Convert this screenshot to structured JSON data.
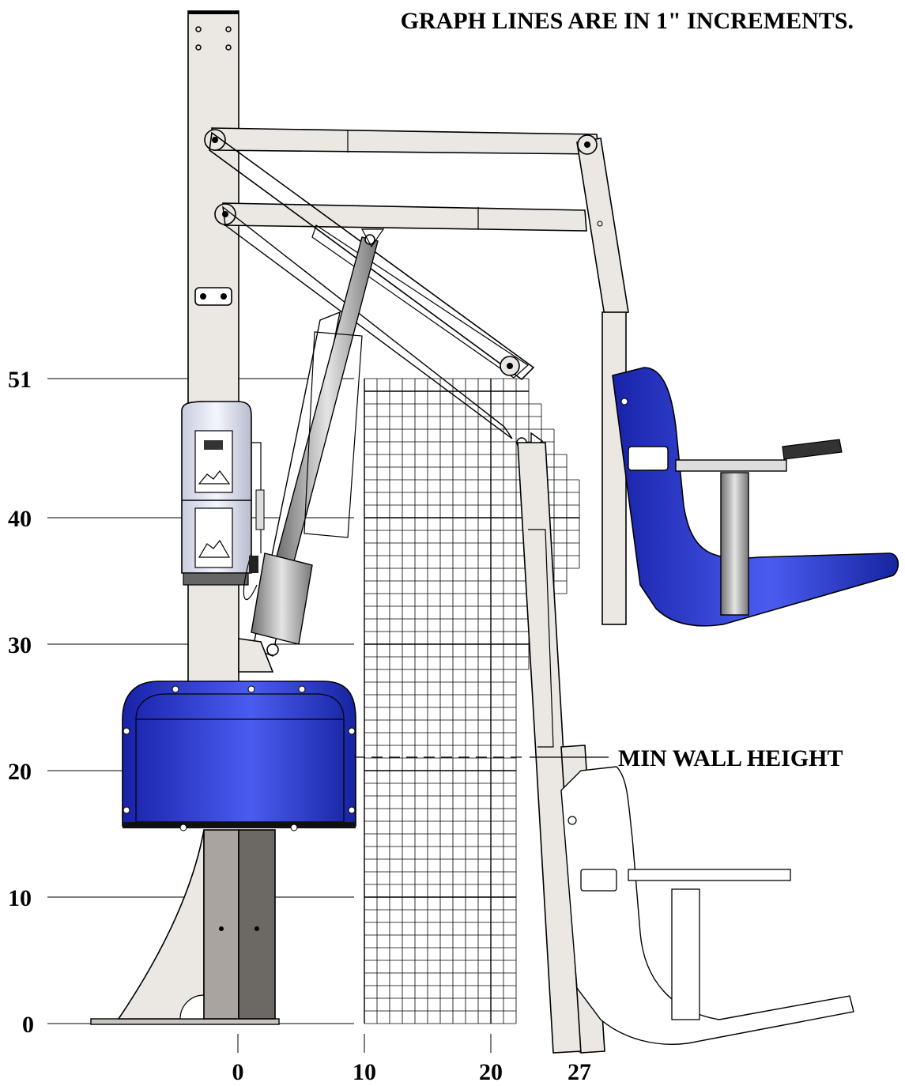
{
  "header": {
    "note": "GRAPH LINES ARE IN 1\" INCREMENTS."
  },
  "axes": {
    "y_labels": [
      "0",
      "10",
      "20",
      "30",
      "40",
      "51"
    ],
    "x_labels": [
      "0",
      "10",
      "20",
      "27"
    ]
  },
  "callouts": {
    "min_wall_height": "MIN WALL HEIGHT"
  },
  "colors": {
    "seat_blue": "#2838c8",
    "frame_beige": "#ebe7e3",
    "post_grey": "#a8a29c"
  }
}
